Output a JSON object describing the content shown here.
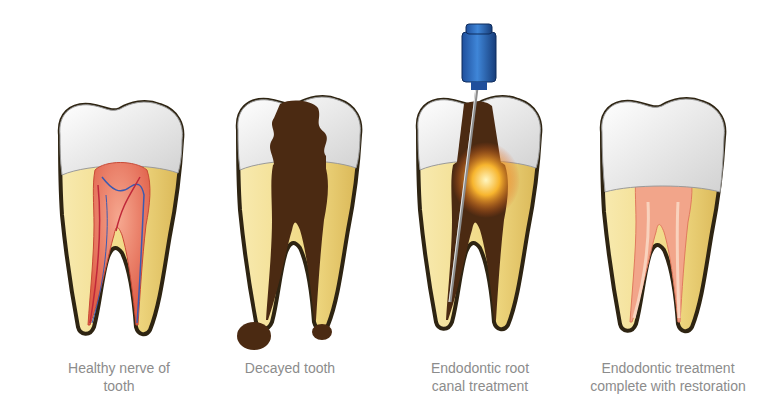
{
  "diagram": {
    "labels": [
      "Healthy nerve of tooth",
      "Decayed tooth",
      "Endodontic root canal treatment",
      "Endodontic treatment complete with restoration"
    ]
  }
}
